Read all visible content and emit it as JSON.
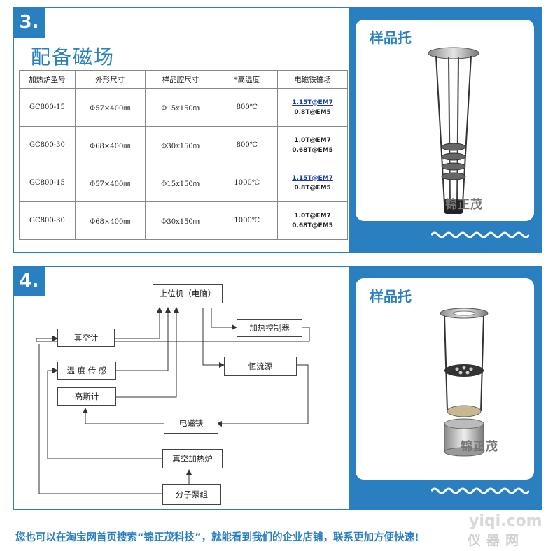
{
  "section3": {
    "number": "3.",
    "title": "配备磁场",
    "table": {
      "headers": [
        "加热炉型号",
        "外形尺寸",
        "样品腔尺寸",
        "*高温度",
        "电磁铁磁场"
      ],
      "rows": [
        {
          "model": "GC800-15",
          "outer": "Φ57×400㎜",
          "chamber": "Φ15x150㎜",
          "temp": "800℃",
          "field1": "1.15T@EM7",
          "field2": "0.8T@EM5",
          "field1_link": true
        },
        {
          "model": "GC800-30",
          "outer": "Φ68×400㎜",
          "chamber": "Φ30x150㎜",
          "temp": "800℃",
          "field1": "1.0T@EM7",
          "field2": "0.68T@EM5",
          "field1_link": false
        },
        {
          "model": "GC800-15",
          "outer": "Φ57×400㎜",
          "chamber": "Φ15x150㎜",
          "temp": "1000℃",
          "field1": "1.15T@EM7",
          "field2": "0.8T@EM5",
          "field1_link": true
        },
        {
          "model": "GC800-30",
          "outer": "Φ68×400㎜",
          "chamber": "Φ30x150㎜",
          "temp": "1000℃",
          "field1": "1.0T@EM7",
          "field2": "0.68T@EM5",
          "field1_link": false
        }
      ]
    },
    "photo": {
      "title": "样品托",
      "watermark": "锦正茂"
    }
  },
  "section4": {
    "number": "4.",
    "diagram": {
      "host": "上位机（电脑）",
      "vacuum_gauge": "真空计",
      "temp_sensor": "温 度 传 感",
      "gauss_meter": "高斯计",
      "heater_controller": "加热控制器",
      "current_source": "恒流源",
      "electromagnet": "电磁铁",
      "vacuum_furnace": "真空加热炉",
      "molecular_pump": "分子泵组"
    },
    "photo": {
      "title": "样品托",
      "watermark": "锦正茂"
    }
  },
  "footer": "您也可以在淘宝网首页搜索“锦正茂科技”，就能看到我们的企业店铺，联系更加方便快速!",
  "site_watermark": {
    "domain": "yiqi.com",
    "name": "仪器网"
  },
  "colors": {
    "accent": "#2a7fc1",
    "link": "#1a3bb0"
  }
}
